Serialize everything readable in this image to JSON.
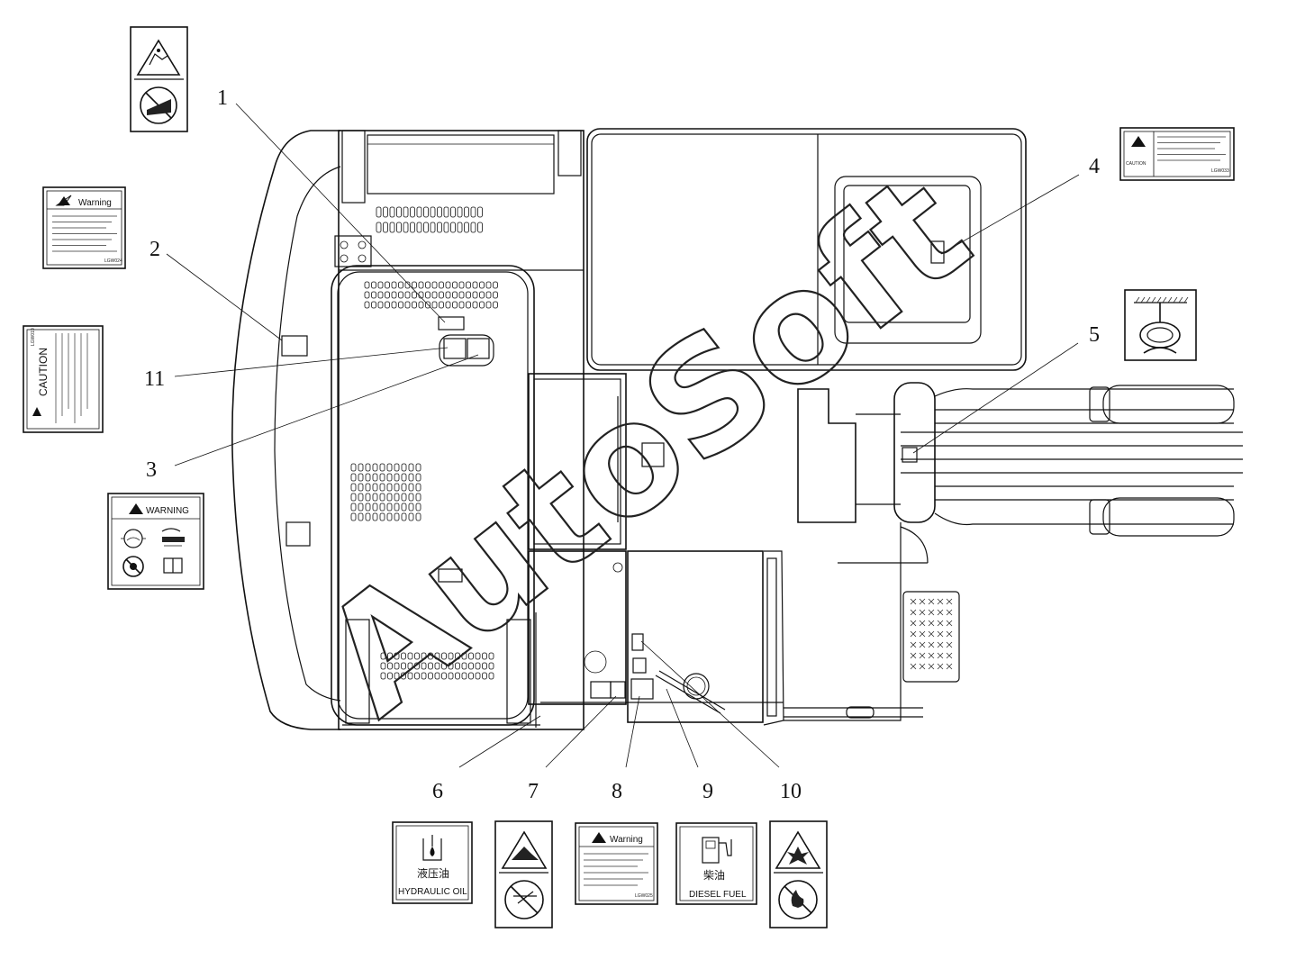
{
  "callouts": {
    "n1": "1",
    "n2": "2",
    "n3": "3",
    "n4": "4",
    "n5": "5",
    "n6": "6",
    "n7": "7",
    "n8": "8",
    "n9": "9",
    "n10": "10",
    "n11": "11"
  },
  "decals": {
    "counterweight_warning": {
      "title": "Warning",
      "code": "LGW024"
    },
    "water_caution": {
      "title": "CAUTION",
      "code": "LGW019"
    },
    "engine_warning": {
      "title": "WARNING"
    },
    "window_caution": {
      "title": "CAUTION",
      "code": "LGW033"
    },
    "hydraulic_oil": {
      "cn": "液压油",
      "en": "HYDRAULIC OIL"
    },
    "tank_warning": {
      "title": "Warning",
      "code": "LGW025"
    },
    "diesel_fuel": {
      "cn": "柴油",
      "en": "DIESEL FUEL"
    }
  },
  "watermark": "AutoSoft",
  "icons": {
    "slip_hazard": "slip-hazard-icon",
    "no_step": "no-step-icon",
    "fan_hazard": "rotating-fan-icon",
    "no_touch": "no-touch-icon",
    "manual": "read-manual-icon",
    "lift_point": "lifting-point-icon",
    "explosion": "explosion-icon",
    "no_fire": "no-open-flame-icon",
    "hot_fluid": "hot-fluid-icon",
    "no_open_hot": "no-open-when-hot-icon"
  }
}
